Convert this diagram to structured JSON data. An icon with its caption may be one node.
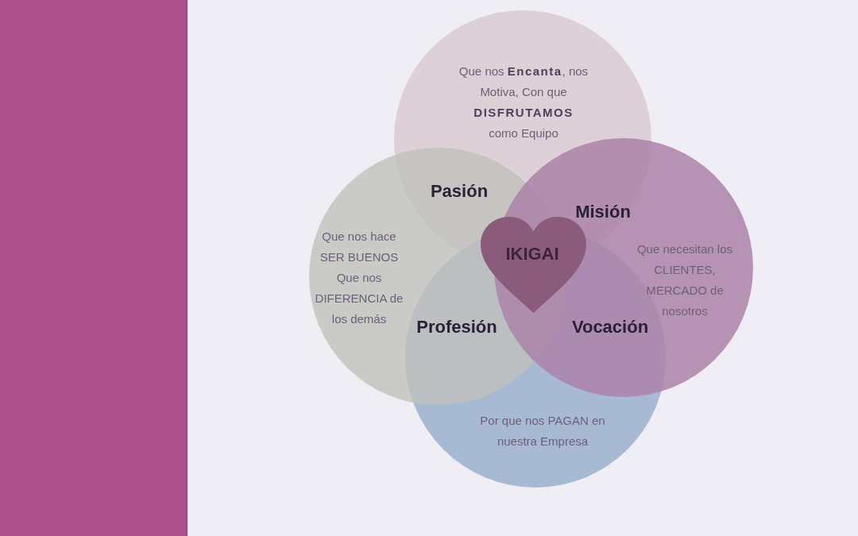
{
  "diagram": {
    "nodes": [
      {
        "text": [
          "Que nos **Encanta**, nos Motiva, Con que **DISFRUTAMOS** como Equipo"
        ]
      },
      {
        "text": [
          "Que nos hace SER BUENOS Que nos DIFERENCIA de los demás"
        ]
      },
      {
        "text": [
          "Que necesitan los CLIENTES, MERCADO de nosotros"
        ]
      },
      {
        "text": [
          "Por que nos PAGAN en nuestra Empresa"
        ]
      },
      {
        "text": [
          "IKIGAI"
        ]
      }
    ],
    "labels": [
      "Pasión",
      "Misión",
      "Profesión",
      "Vocación"
    ]
  }
}
